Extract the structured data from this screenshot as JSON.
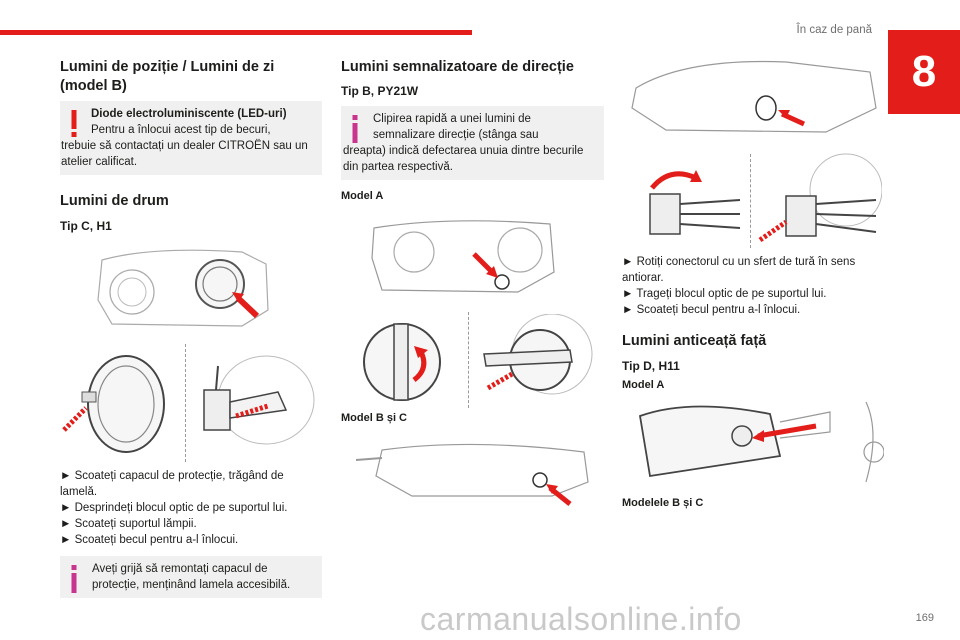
{
  "header": {
    "running_head": "În caz de pană",
    "chapter_number": "8",
    "page_number": "169"
  },
  "watermark": "carmanualsonline.info",
  "col1": {
    "title": "Lumini de poziție / Lumini de zi (model B)",
    "warning": {
      "icon": "warning-icon",
      "heading": "Diode electroluminiscente (LED-uri)",
      "line2": "Pentru a înlocui acest tip de becuri,",
      "rest": "trebuie să contactați un dealer CITROËN sau un atelier calificat."
    },
    "section_title": "Lumini de drum",
    "subtitle": "Tip C, H1",
    "steps": [
      "► Scoateți capacul de protecție, trăgând de lamelă.",
      "► Desprindeți blocul optic de pe suportul lui.",
      "► Scoateți suportul lămpii.",
      "► Scoateți becul pentru a-l înlocui."
    ],
    "info": {
      "icon": "info-icon",
      "line1": "Aveți grijă să remontați capacul de",
      "line2": "protecție, menținând lamela accesibilă."
    }
  },
  "col2": {
    "title": "Lumini semnalizatoare de direcție",
    "subtitle": "Tip B, PY21W",
    "info": {
      "icon": "info-icon",
      "line1": "Clipirea rapidă a unei lumini de",
      "line2": "semnalizare direcție (stânga sau",
      "rest": "dreapta) indică defectarea unuia dintre becurile din partea respectivă."
    },
    "model_a": "Model A",
    "model_bc": "Model B și C"
  },
  "col3": {
    "steps": [
      "► Rotiți conectorul cu un sfert de tură în sens antiorar.",
      "► Trageți blocul optic de pe suportul lui.",
      "► Scoateți becul pentru a-l înlocui."
    ],
    "section_title": "Lumini anticeață față",
    "subtitle": "Tip D, H11",
    "model_a": "Model A",
    "models_bc": "Modelele B și C"
  },
  "colors": {
    "accent": "#e31d1a",
    "info": "#c9348e",
    "box_bg": "#f0f0f0"
  }
}
